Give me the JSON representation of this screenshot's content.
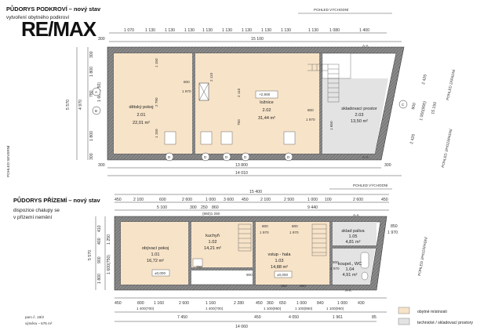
{
  "logo": {
    "text": "RE/MAX"
  },
  "upper": {
    "title": "PŮDORYS PODKROVÍ – nový stav",
    "subtitle": "vytvoření obytného podkroví",
    "view_east": "POHLED VÝCHODNÍ",
    "view_north": "POHLED SEVERNÍ",
    "view_west": "POHLED ZÁPADNÍ",
    "view_south": "POHLED JIHOZÁPADNÍ",
    "top_dims": [
      "1 070",
      "1 130",
      "1 130",
      "1 130",
      "1 130",
      "1 130",
      "1 130",
      "1 130",
      "1 130",
      "1 130",
      "1 080",
      "1 400"
    ],
    "top_total": "15 100",
    "top_left": "300",
    "bottom_total_a": "13 800",
    "bottom_total_b": "14 010",
    "bottom_left": "300",
    "bottom_right": "300",
    "left_outer": "5 570",
    "left_inner": "4 970",
    "left_parts": [
      "1 800",
      "780",
      "1 600(750)",
      "1 800"
    ],
    "left_small": [
      "300",
      "300"
    ],
    "right_dims": [
      "2 425",
      "900",
      "1 000(900)",
      "2 425"
    ],
    "right_total": "15 150",
    "axis_labels": [
      "A",
      "B",
      "C"
    ],
    "grid_labels": [
      "D",
      "D",
      "D",
      "D",
      "D"
    ],
    "section": "A-A",
    "rooms": [
      {
        "name": "dětský pokoj",
        "num": "2.01",
        "area": "22,01 m²"
      },
      {
        "name": "ložnice",
        "num": "2.02",
        "area": "31,44 m²"
      },
      {
        "name": "skladovací prostor",
        "num": "2.03",
        "area": "13,50 m²"
      }
    ],
    "inner_dims": [
      "2 110",
      "2 790",
      "2 110",
      "750",
      "1 150",
      "1 150",
      "1 650",
      "+2,900"
    ],
    "windows": [
      {
        "label": "800",
        "sub": "1 970"
      },
      {
        "label": "800",
        "sub": "1 970"
      }
    ]
  },
  "lower": {
    "title": "PŮDORYS PŘÍZEMÍ – nový stav",
    "subtitle_1": "dispozice chalupy se",
    "subtitle_2": "v přízemí nemění",
    "view_east": "POHLED VÝCHODNÍ",
    "view_south": "POHLED JIHOZÁPADNÍ",
    "top_total": "15 400",
    "top_dims": [
      "450",
      "2 100",
      "600",
      "2 600",
      "1 000",
      "3 600",
      "450",
      "2 100",
      "2 500",
      "1 000",
      "100",
      "2 600",
      "450"
    ],
    "top_dims2": [
      "5 100",
      "300",
      "250",
      "860",
      "9 440"
    ],
    "top_note": "(860)1 250",
    "right_dims": [
      "850",
      "1 970"
    ],
    "left_dims": [
      "410",
      "5 570",
      "400",
      "1 250",
      "1 600(750)",
      "900",
      "1 800"
    ],
    "bottom_dims": [
      "450",
      "800",
      "1 160",
      "2 600",
      "1 160",
      "2 280",
      "450",
      "360",
      "650",
      "1 000",
      "840",
      "1 000",
      "430"
    ],
    "bottom_dims2": [
      "1 400(700)",
      "1 400(700)",
      "1 100(950)",
      "1 100(950)",
      "1 100(950)"
    ],
    "bottom_totals": [
      "7 450",
      "450",
      "4 050",
      "1 961",
      "85"
    ],
    "bottom_total": "14 060",
    "section": "A-A",
    "rooms": [
      {
        "name": "obývací pokoj",
        "num": "1.01",
        "area": "16,72 m²",
        "level": "±0,000"
      },
      {
        "name": "kuchyň",
        "num": "1.02",
        "area": "14,21 m²"
      },
      {
        "name": "vstup - hala",
        "num": "1.03",
        "area": "14,88 m²",
        "level": "±0,000"
      },
      {
        "name": "sklad paliva",
        "num": "1.05",
        "area": "4,81 m²"
      },
      {
        "name": "koupel., WC",
        "num": "1.04",
        "area": "4,91 m²"
      }
    ],
    "openings": [
      {
        "label": "800",
        "sub": "1 970"
      },
      {
        "label": "800",
        "sub": "1 970"
      },
      {
        "label": "900",
        "sub": "1 970"
      }
    ],
    "misc": [
      "750",
      "900",
      "350",
      "350"
    ]
  },
  "parcel": {
    "line1": "parc.č. 18/2",
    "line2": "výměra – 675 m²"
  },
  "legend": [
    {
      "label": "obytné místnosti",
      "color": "#f7e3c8"
    },
    {
      "label": "technické / skladovací prostory",
      "color": "#e3e3e3"
    }
  ]
}
